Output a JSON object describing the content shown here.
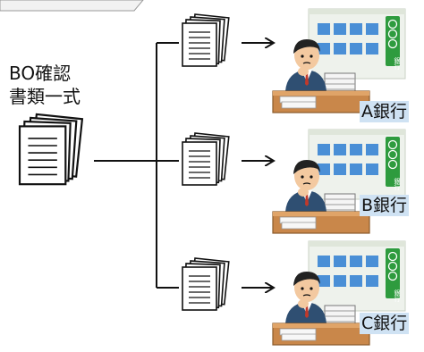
{
  "source": {
    "title_line1": "BO確認",
    "title_line2": "書類一式"
  },
  "banks": [
    {
      "label": "A銀行",
      "sign_text": "銀行"
    },
    {
      "label": "B銀行",
      "sign_text": "銀行"
    },
    {
      "label": "C銀行",
      "sign_text": "銀行"
    }
  ],
  "colors": {
    "line": "#111111",
    "building": "#eef2ec",
    "window": "#4a8fd6",
    "sign": "#2e9b3e",
    "desk": "#c9874a",
    "suit": "#2f4f72",
    "skin": "#f3c9a0",
    "hair": "#222222",
    "label_bg": "#cfe2f3"
  }
}
